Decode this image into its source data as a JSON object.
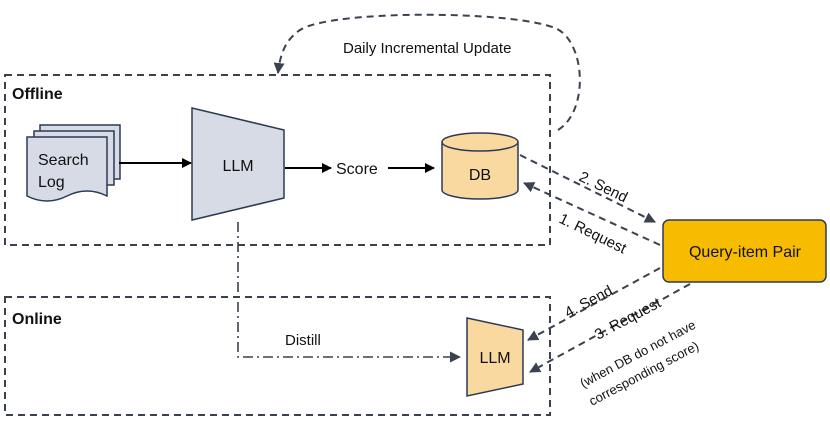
{
  "offline": {
    "title": "Offline"
  },
  "online": {
    "title": "Online"
  },
  "update_label": "Daily Incremental Update",
  "search_log": {
    "line1": "Search",
    "line2": "Log"
  },
  "llm_offline": {
    "label": "LLM"
  },
  "score_label": "Score",
  "db": {
    "label": "DB"
  },
  "query_pair": {
    "label": "Query-item Pair"
  },
  "llm_online": {
    "label": "LLM"
  },
  "distill_label": "Distill",
  "arrows": {
    "send2": "2. Send",
    "request1": "1. Request",
    "send4": "4. Send",
    "request3": "3. Request",
    "request3_note1": "(when DB do not have",
    "request3_note2": "corresponding score)"
  },
  "colors": {
    "llm_fill": "#d6dbe6",
    "db_fill": "#f9d9a0",
    "query_fill": "#f7bb00",
    "llm_online_fill": "#f9d9a0"
  }
}
